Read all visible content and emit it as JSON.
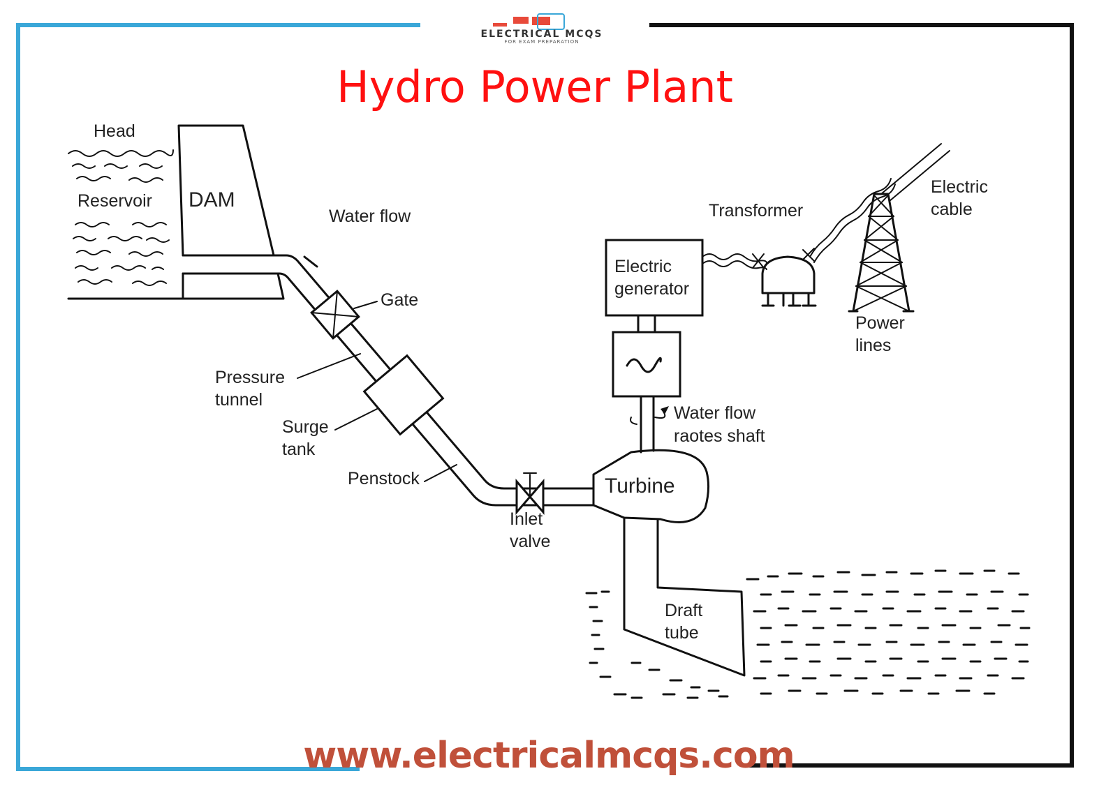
{
  "logo": {
    "text": "ELECTRICAL MCQS",
    "subtext": "FOR EXAM PREPARATION"
  },
  "title": "Hydro Power Plant",
  "labels": {
    "head": "Head",
    "reservoir": "Reservoir",
    "dam": "DAM",
    "water_flow": "Water flow",
    "gate": "Gate",
    "pressure_tunnel_1": "Pressure",
    "pressure_tunnel_2": "tunnel",
    "surge_tank_1": "Surge",
    "surge_tank_2": "tank",
    "penstock": "Penstock",
    "inlet_valve_1": "Inlet",
    "inlet_valve_2": "valve",
    "turbine": "Turbine",
    "electric_generator_1": "Electric",
    "electric_generator_2": "generator",
    "transformer": "Transformer",
    "electric_cable_1": "Electric",
    "electric_cable_2": "cable",
    "power_lines_1": "Power",
    "power_lines_2": "lines",
    "shaft_flow_1": "Water flow",
    "shaft_flow_2": "raotes shaft",
    "draft_tube_1": "Draft",
    "draft_tube_2": "tube"
  },
  "footer_url": "www.electricalmcqs.com",
  "colors": {
    "title": "#ff1010",
    "frame_left": "#3aa7d8",
    "frame_right": "#111111",
    "url": "#c0503a",
    "logo_red": "#e84a3a"
  }
}
